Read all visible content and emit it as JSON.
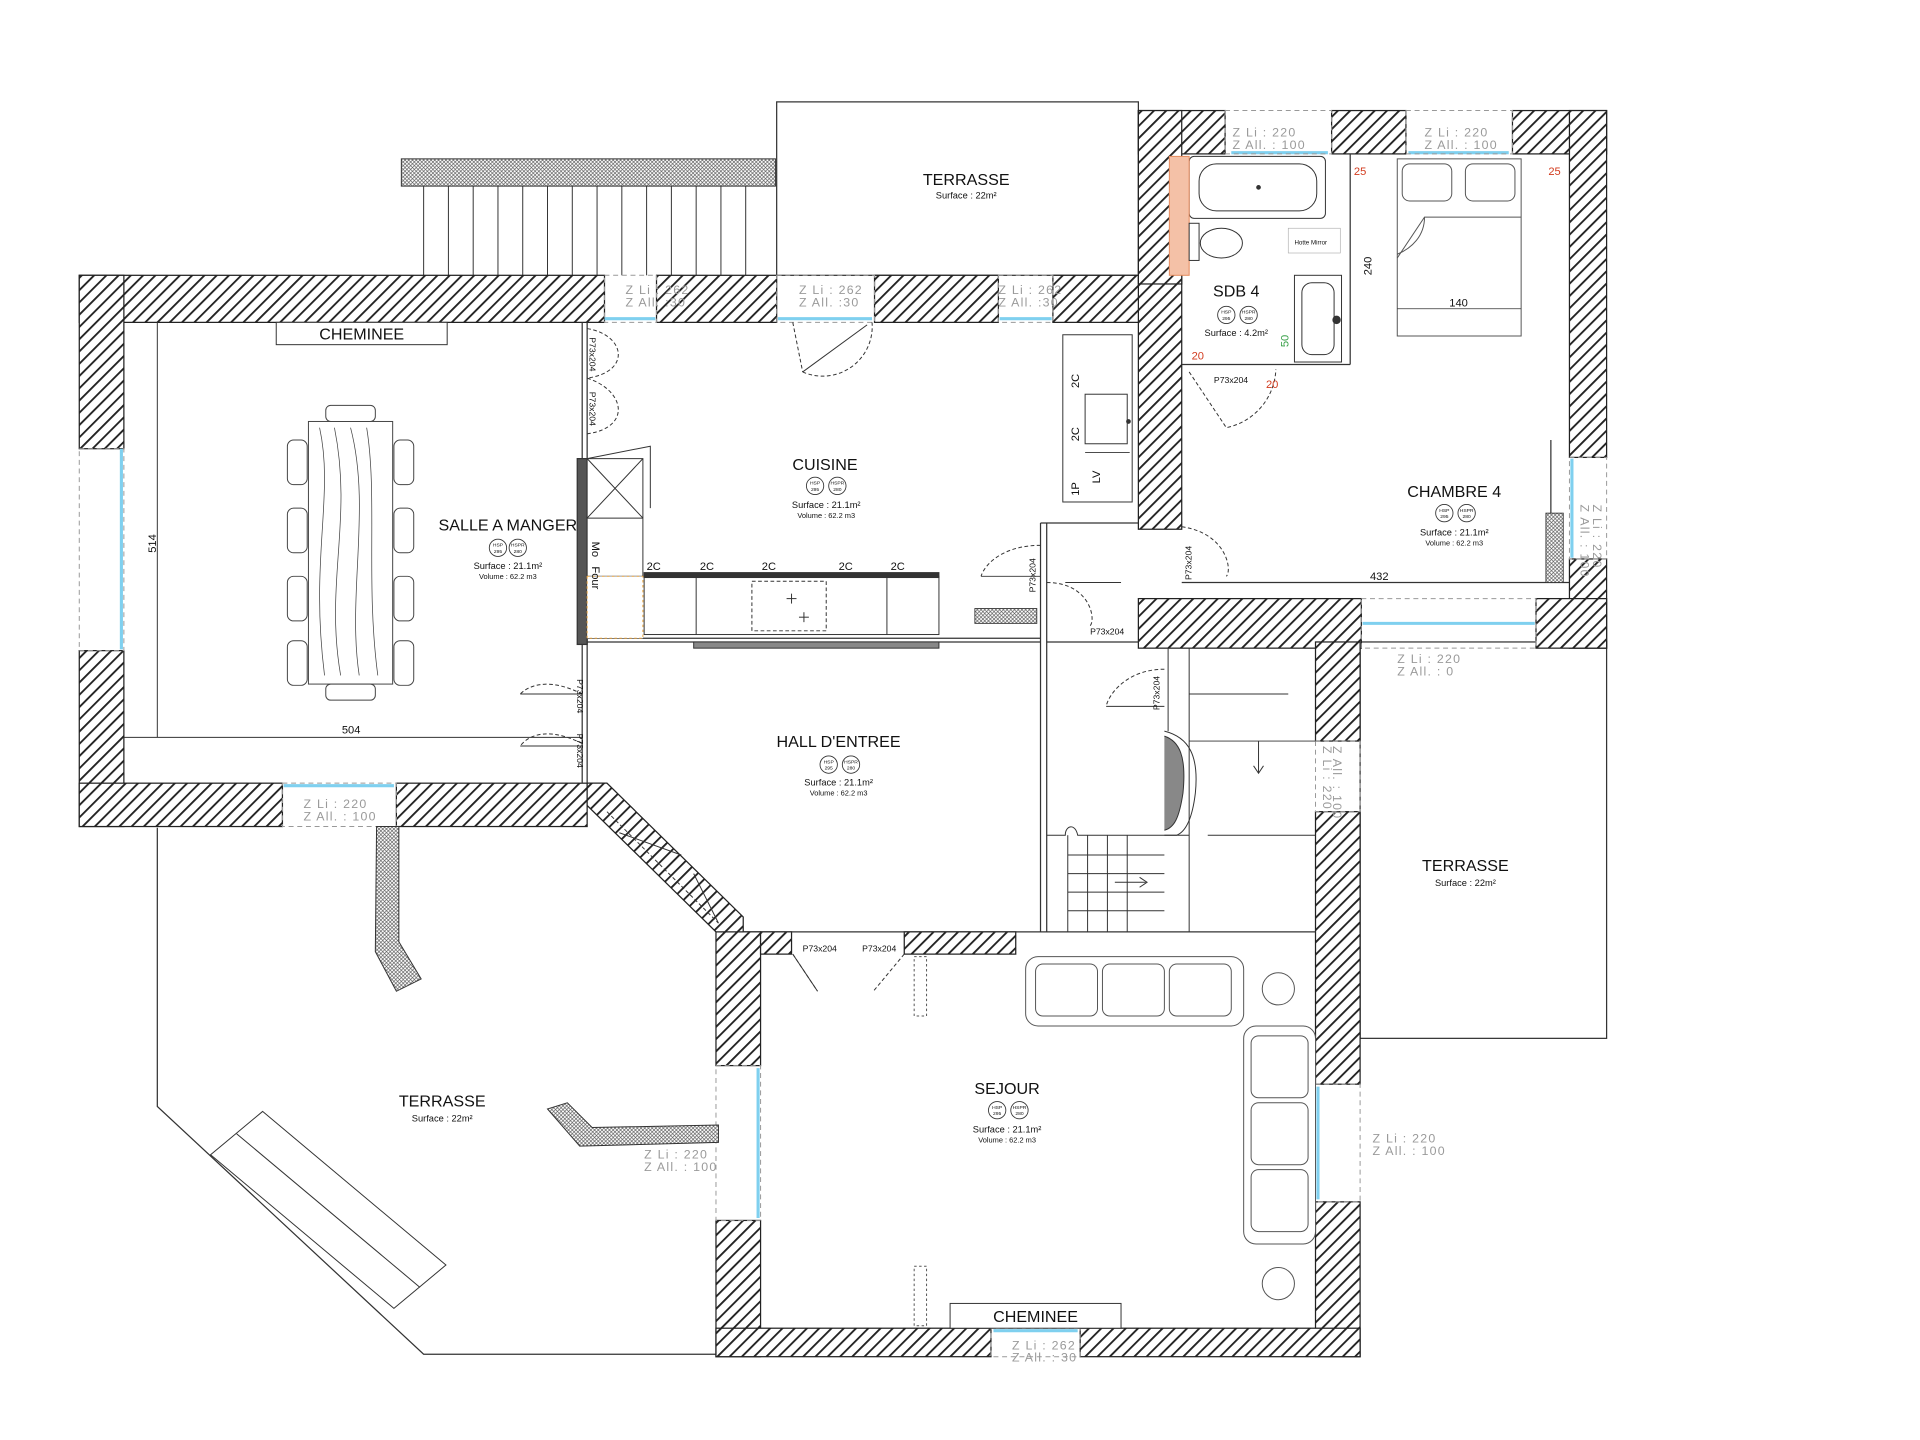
{
  "rooms": {
    "terrasse_top": {
      "name": "TERRASSE",
      "surface": "Surface : 22m²"
    },
    "salle": {
      "name": "SALLE A MANGER",
      "surface": "Surface : 21.1m²",
      "volume": "Volume : 62.2 m3"
    },
    "cuisine": {
      "name": "CUISINE",
      "surface": "Surface : 21.1m²",
      "volume": "Volume : 62.2 m3"
    },
    "sdb": {
      "name": "SDB 4",
      "surface": "Surface : 4.2m²"
    },
    "chambre": {
      "name": "CHAMBRE 4",
      "surface": "Surface : 21.1m²",
      "volume": "Volume : 62.2 m3"
    },
    "hall": {
      "name": "HALL D'ENTREE",
      "surface": "Surface : 21.1m²",
      "volume": "Volume : 62.2 m3"
    },
    "terrasse_right": {
      "name": "TERRASSE",
      "surface": "Surface : 22m²"
    },
    "terrasse_left": {
      "name": "TERRASSE",
      "surface": "Surface : 22m²"
    },
    "sejour": {
      "name": "SEJOUR",
      "surface": "Surface : 21.1m²",
      "volume": "Volume : 62.2 m3"
    }
  },
  "badges": {
    "hsp": "HSP",
    "hspr": "HSPR",
    "hsp_val": "295",
    "hspr_val": "280"
  },
  "labels": {
    "cheminee_top": "CHEMINEE",
    "cheminee_bottom": "CHEMINEE",
    "dim_514": "514",
    "dim_504": "504",
    "dim_240": "240",
    "dim_140": "140",
    "dim_432": "432",
    "dim_25a": "25",
    "dim_25b": "25",
    "dim_20a": "20",
    "dim_20b": "20",
    "dim_50": "50",
    "door": "P73x204",
    "two_c": "2C",
    "lv": "LV",
    "one_p": "1P",
    "mo": "Mo",
    "four": "Four",
    "hotte": "Hotte Mirror"
  },
  "windows": {
    "w_top1": {
      "li": "Z Li : 220",
      "all": "Z All. : 100"
    },
    "w_top2": {
      "li": "Z Li : 220",
      "all": "Z All. : 100"
    },
    "w_k1": {
      "li": "Z Li : 262",
      "all": "Z All. :30"
    },
    "w_k2": {
      "li": "Z Li : 262",
      "all": "Z All. :30"
    },
    "w_k3": {
      "li": "Z Li : 262",
      "all": "Z All. :30"
    },
    "w_salle": {
      "li": "Z Li : 220",
      "all": "Z All. : 100"
    },
    "w_bedright": {
      "li": "Z Li : 220",
      "all": "Z All. : 100"
    },
    "w_bedbottom": {
      "li": "Z Li : 220",
      "all": "Z All. : 0"
    },
    "w_stair": {
      "li": "Z Li : 220",
      "all": "Z All. : 100"
    },
    "w_sejour_left": {
      "li": "Z Li : 220",
      "all": "Z All. : 100"
    },
    "w_sejour_right": {
      "li": "Z Li : 220",
      "all": "Z All. : 100"
    },
    "w_sejour_bottom": {
      "li": "Z Li : 262",
      "all": "Z All. : 30"
    }
  }
}
